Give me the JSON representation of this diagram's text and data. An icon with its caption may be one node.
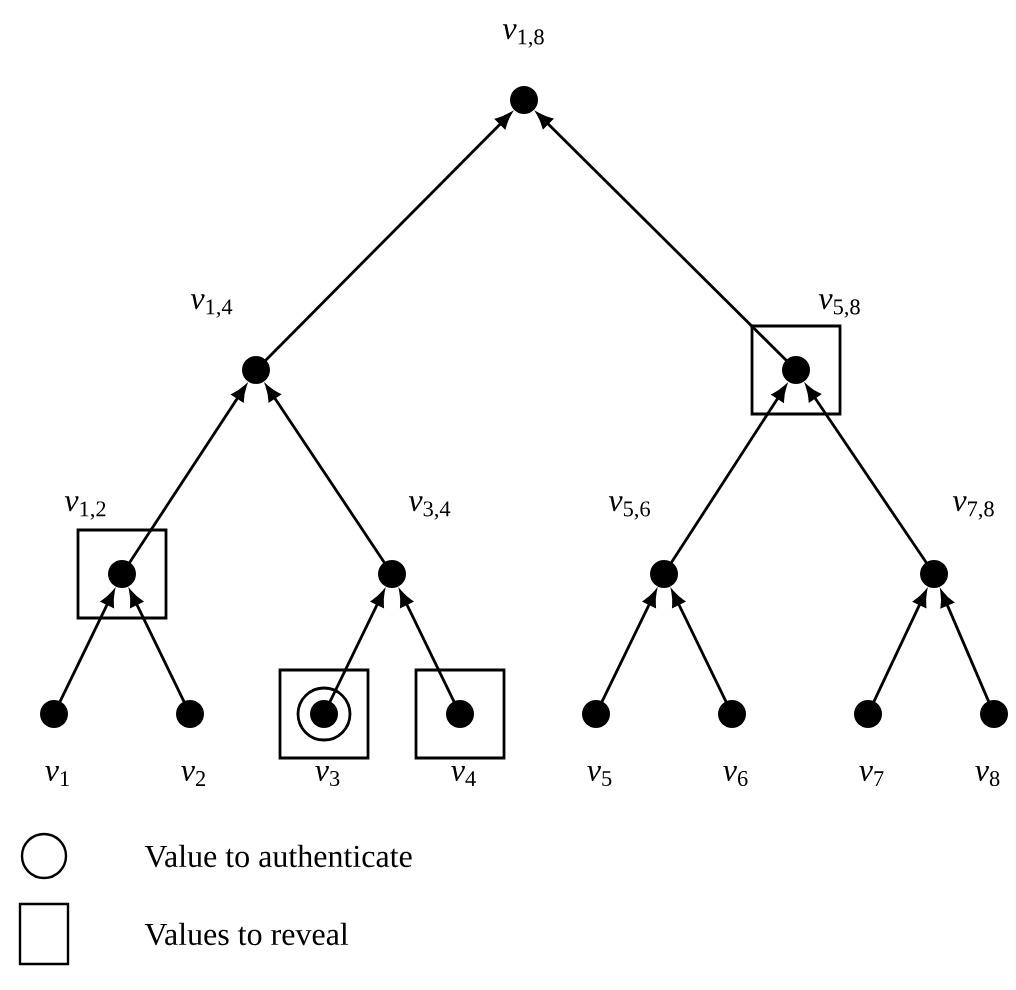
{
  "diagram": {
    "nodes": [
      {
        "text": [],
        "shape": "dot",
        "beside": [
          "*v*$_{1,8}$"
        ]
      },
      {
        "text": [],
        "shape": "dot",
        "beside": [
          "*v*$_{1,4}$"
        ]
      },
      {
        "text": [],
        "shape": "box"
      },
      {
        "text": [],
        "shape": "dot",
        "in": 2,
        "beside": [
          "*v*$_{5,8}$"
        ]
      },
      {
        "text": [],
        "shape": "box"
      },
      {
        "text": [],
        "shape": "dot",
        "in": 4,
        "beside": [
          "*v*$_{1,2}$"
        ]
      },
      {
        "text": [],
        "shape": "dot",
        "beside": [
          "*v*$_{3,4}$"
        ]
      },
      {
        "text": [],
        "shape": "dot",
        "beside": [
          "*v*$_{5,6}$"
        ]
      },
      {
        "text": [],
        "shape": "dot",
        "beside": [
          "*v*$_{7,8}$"
        ]
      },
      {
        "text": [],
        "shape": "dot",
        "beside": [
          "*v*$_{1}$"
        ]
      },
      {
        "text": [],
        "shape": "dot",
        "beside": [
          "*v*$_{2}$"
        ]
      },
      {
        "text": [],
        "shape": "box"
      },
      {
        "text": [],
        "shape": "circle",
        "in": 11
      },
      {
        "text": [],
        "shape": "dot",
        "in": 12,
        "beside": [
          "*v*$_{3}$"
        ]
      },
      {
        "text": [],
        "shape": "box"
      },
      {
        "text": [],
        "shape": "dot",
        "in": 14,
        "beside": [
          "*v*$_{4}$"
        ]
      },
      {
        "text": [],
        "shape": "dot",
        "beside": [
          "*v*$_{5}$"
        ]
      },
      {
        "text": [],
        "shape": "dot",
        "beside": [
          "*v*$_{6}$"
        ]
      },
      {
        "text": [],
        "shape": "dot",
        "beside": [
          "*v*$_{7}$"
        ]
      },
      {
        "text": [],
        "shape": "dot",
        "beside": [
          "*v*$_{8}$"
        ]
      }
    ],
    "edges": [
      {
        "from": 1,
        "to": 0,
        "arrow": "to"
      },
      {
        "from": 3,
        "to": 0,
        "arrow": "to"
      },
      {
        "from": 5,
        "to": 1,
        "arrow": "to"
      },
      {
        "from": 6,
        "to": 1,
        "arrow": "to"
      },
      {
        "from": 7,
        "to": 3,
        "arrow": "to"
      },
      {
        "from": 8,
        "to": 3,
        "arrow": "to"
      },
      {
        "from": 9,
        "to": 5,
        "arrow": "to"
      },
      {
        "from": 10,
        "to": 5,
        "arrow": "to"
      },
      {
        "from": 13,
        "to": 6,
        "arrow": "to"
      },
      {
        "from": 15,
        "to": 6,
        "arrow": "to"
      },
      {
        "from": 16,
        "to": 7,
        "arrow": "to"
      },
      {
        "from": 17,
        "to": 7,
        "arrow": "to"
      },
      {
        "from": 18,
        "to": 8,
        "arrow": "to"
      },
      {
        "from": 19,
        "to": 8,
        "arrow": "to"
      }
    ],
    "legend": [
      {
        "text": "Value to authenticate"
      },
      {
        "text": "Values to reveal"
      }
    ]
  }
}
